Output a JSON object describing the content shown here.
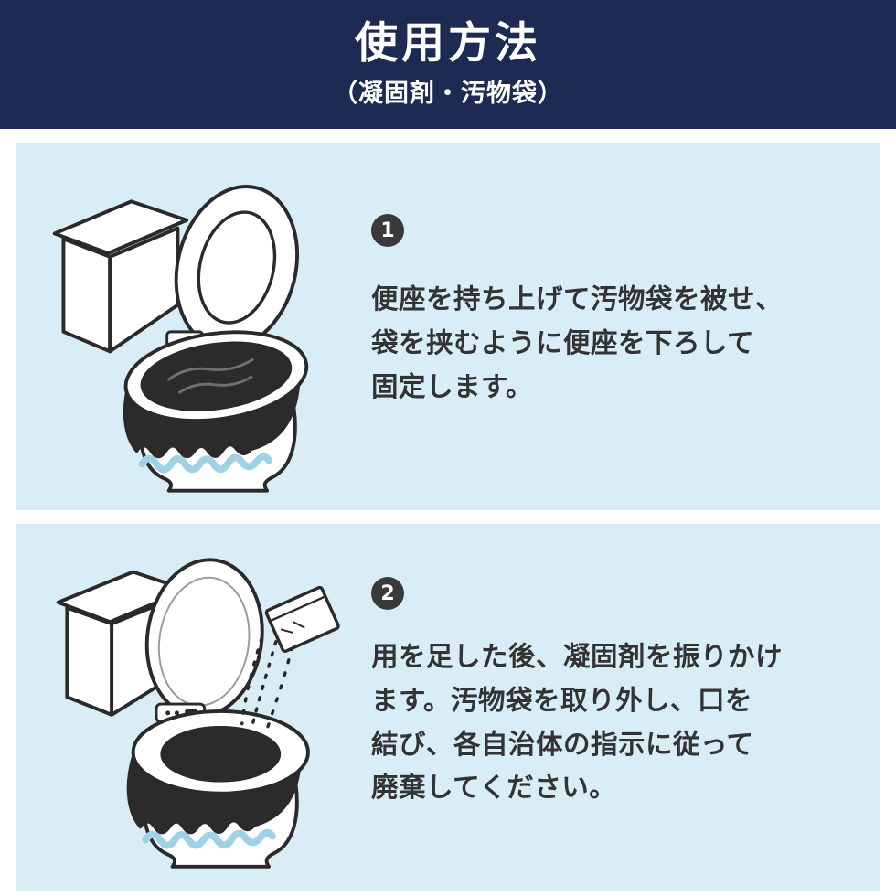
{
  "header": {
    "title": "使用方法",
    "subtitle": "（凝固剤・汚物袋）"
  },
  "steps": [
    {
      "number": "1",
      "illustration": "toilet-seat-clamping-waste-bag",
      "lines": [
        "便座を持ち上げて汚物袋を被せ、",
        "袋を挟むように便座を下ろして",
        "固定します。"
      ]
    },
    {
      "number": "2",
      "illustration": "sprinkling-coagulant-into-toilet-bag",
      "lines": [
        "用を足した後、凝固剤を振りかけ",
        "ます。汚物袋を取り外し、口を",
        "結び、各自治体の指示に従って",
        "廃棄してください。"
      ]
    }
  ],
  "colors": {
    "header_bg": "#1c2a54",
    "panel_bg": "#d8edf6",
    "badge_bg": "#3a3a3a",
    "text": "#333333",
    "bag_black": "#2b2b2b",
    "bag_stripe_blue": "#9fd2e6"
  }
}
